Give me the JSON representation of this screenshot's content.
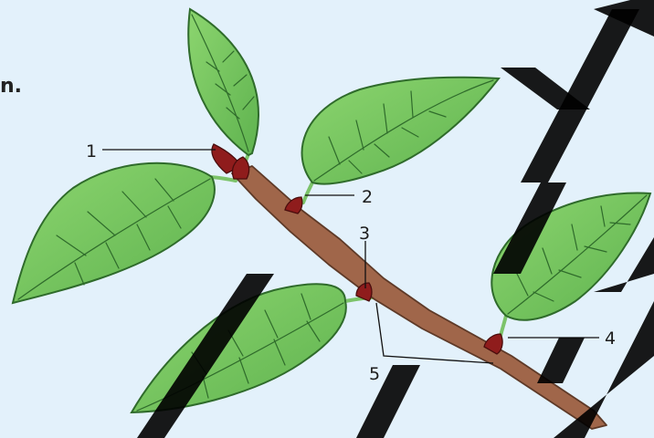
{
  "heading_fragment": "n.",
  "labels": {
    "l1": "1",
    "l2": "2",
    "l3": "3",
    "l4": "4",
    "l5": "5"
  },
  "colors": {
    "background": "#e3f1fb",
    "leaf": "#6fc25c",
    "leaf_outline": "#2f6b2b",
    "stem": "#a0664a",
    "bud": "#8f1c1c",
    "watermark": "#000000"
  }
}
